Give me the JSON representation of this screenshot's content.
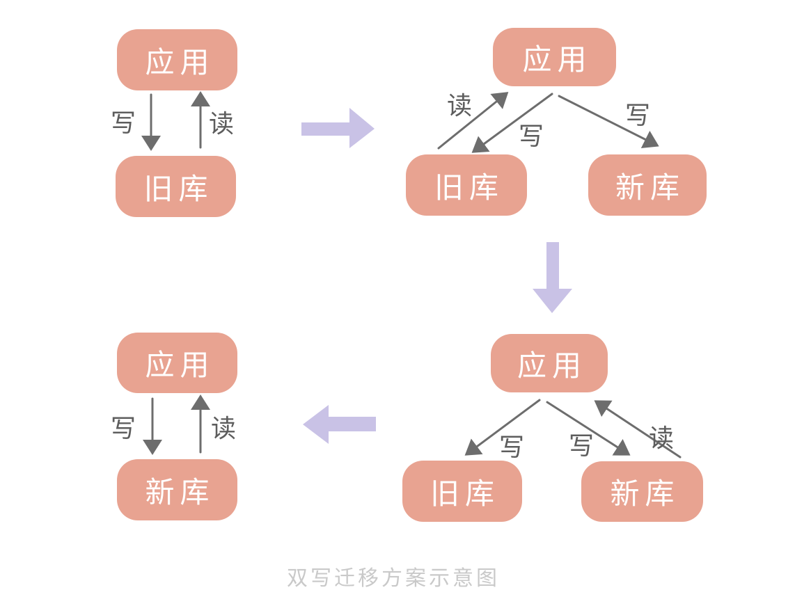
{
  "caption": "双写迁移方案示意图",
  "colors": {
    "background": "#ffffff",
    "node_fill": "#e8a391",
    "node_text": "#ffffff",
    "edge": "#6d6d6d",
    "edge_label": "#5d5d5d",
    "stage_arrow": "#c9c2e6",
    "caption_text": "#c9c9c9"
  },
  "stages": [
    {
      "nodes": {
        "app": "应用",
        "old_db": "旧库"
      },
      "edges": {
        "write": "写",
        "read": "读"
      }
    },
    {
      "nodes": {
        "app": "应用",
        "old_db": "旧库",
        "new_db": "新库"
      },
      "edges": {
        "read_old": "读",
        "write_old": "写",
        "write_new": "写"
      }
    },
    {
      "nodes": {
        "app": "应用",
        "old_db": "旧库",
        "new_db": "新库"
      },
      "edges": {
        "write_old": "写",
        "write_new": "写",
        "read_new": "读"
      }
    },
    {
      "nodes": {
        "app": "应用",
        "new_db": "新库"
      },
      "edges": {
        "write": "写",
        "read": "读"
      }
    }
  ]
}
